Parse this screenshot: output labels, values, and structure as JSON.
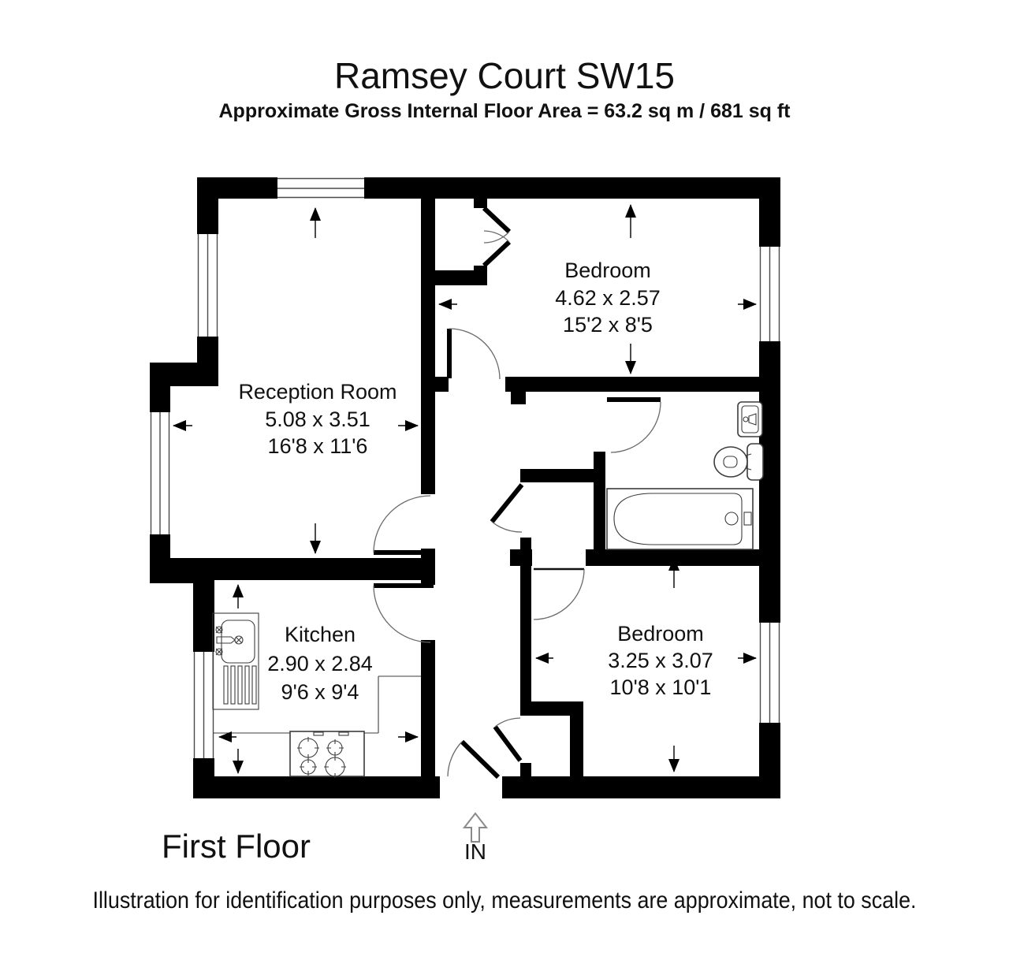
{
  "header": {
    "title": "Ramsey Court SW15",
    "subtitle": "Approximate Gross Internal Floor Area  = 63.2 sq m / 681 sq ft"
  },
  "rooms": {
    "reception": {
      "name": "Reception Room",
      "metric": "5.08 x 3.51",
      "imperial": "16'8 x 11'6"
    },
    "bedroom1": {
      "name": "Bedroom",
      "metric": "4.62 x 2.57",
      "imperial": "15'2 x 8'5"
    },
    "kitchen": {
      "name": "Kitchen",
      "metric": "2.90 x 2.84",
      "imperial": "9'6 x 9'4"
    },
    "bedroom2": {
      "name": "Bedroom",
      "metric": "3.25 x 3.07",
      "imperial": "10'8 x 10'1"
    }
  },
  "floor_label": "First Floor",
  "entrance_label": "IN",
  "footer": "Illustration for identification purposes only, measurements are approximate, not to scale.",
  "colors": {
    "wall": "#000000",
    "background": "#ffffff",
    "accent": "#000000"
  }
}
